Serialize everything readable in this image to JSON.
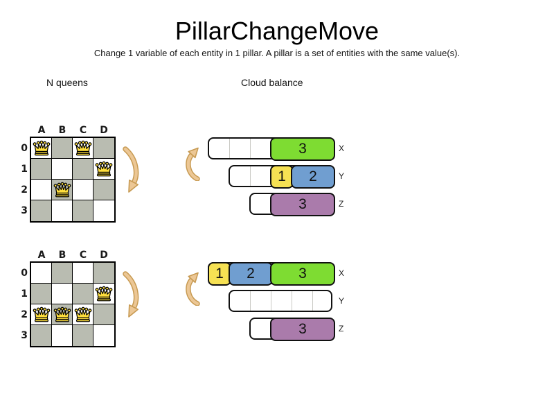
{
  "title": "PillarChangeMove",
  "subtitle": "Change 1 variable of each entity in 1 pillar. A pillar is a set of entities with the same value(s).",
  "sections": {
    "nqueens": "N queens",
    "cloud_balance": "Cloud balance"
  },
  "colors": {
    "board_dark_square": "#b9bcb1",
    "board_light_square": "#ffffff",
    "queen_fill": "#ffdf3d",
    "arrow_fill": "#ecc795",
    "arrow_stroke": "#c79a52",
    "green": "#7edc32",
    "yellow": "#f6e153",
    "blue": "#709ed0",
    "purple": "#aa7bab"
  },
  "nqueens": {
    "column_labels": [
      "A",
      "B",
      "C",
      "D"
    ],
    "row_labels": [
      "0",
      "1",
      "2",
      "3"
    ],
    "boards": [
      {
        "id": "before",
        "queens": [
          {
            "column": "A",
            "row": "0"
          },
          {
            "column": "C",
            "row": "0"
          },
          {
            "column": "D",
            "row": "1"
          },
          {
            "column": "B",
            "row": "2"
          }
        ]
      },
      {
        "id": "after",
        "queens": [
          {
            "column": "D",
            "row": "1"
          },
          {
            "column": "A",
            "row": "2"
          },
          {
            "column": "B",
            "row": "2"
          },
          {
            "column": "C",
            "row": "2"
          }
        ]
      }
    ]
  },
  "cloud_balance": {
    "states": [
      {
        "id": "before",
        "bars": [
          {
            "label": "X",
            "capacity": 6,
            "offset": 0,
            "blocks": [
              {
                "value": "3",
                "color": "green",
                "start": 3,
                "size": 3
              }
            ]
          },
          {
            "label": "Y",
            "capacity": 5,
            "offset": 1,
            "blocks": [
              {
                "value": "1",
                "color": "yellow",
                "start": 2,
                "size": 1
              },
              {
                "value": "2",
                "color": "blue",
                "start": 3,
                "size": 2
              }
            ]
          },
          {
            "label": "Z",
            "capacity": 4,
            "offset": 2,
            "blocks": [
              {
                "value": "3",
                "color": "purple",
                "start": 1,
                "size": 3
              }
            ]
          }
        ]
      },
      {
        "id": "after",
        "bars": [
          {
            "label": "X",
            "capacity": 6,
            "offset": 0,
            "blocks": [
              {
                "value": "1",
                "color": "yellow",
                "start": 0,
                "size": 1
              },
              {
                "value": "2",
                "color": "blue",
                "start": 1,
                "size": 2
              },
              {
                "value": "3",
                "color": "green",
                "start": 3,
                "size": 3
              }
            ]
          },
          {
            "label": "Y",
            "capacity": 5,
            "offset": 1,
            "blocks": []
          },
          {
            "label": "Z",
            "capacity": 4,
            "offset": 2,
            "blocks": [
              {
                "value": "3",
                "color": "purple",
                "start": 1,
                "size": 3
              }
            ]
          }
        ]
      }
    ]
  }
}
